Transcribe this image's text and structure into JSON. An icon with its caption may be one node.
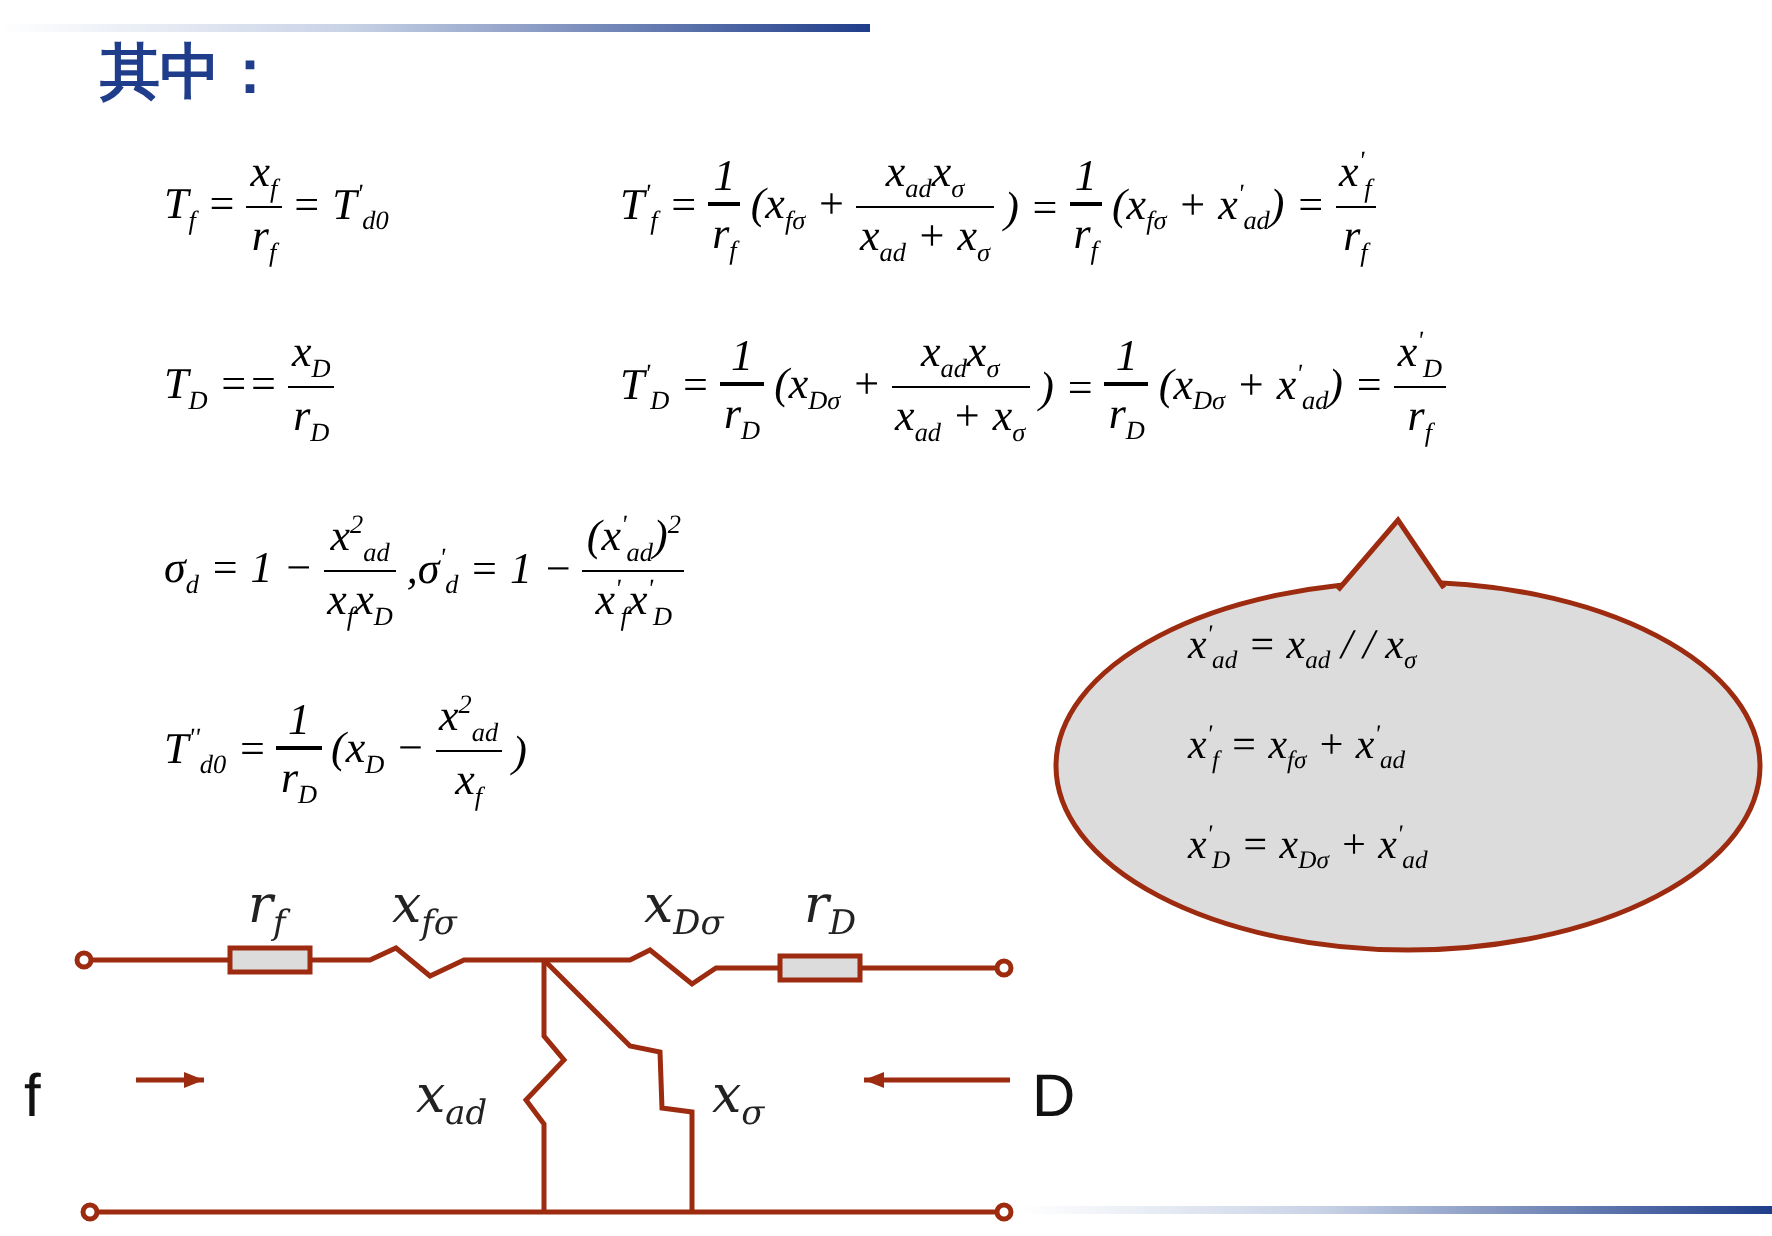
{
  "diagram": {
    "title": "其中：",
    "nodes": [
      {
        "text": [
          "x$^{'}$$_{ad}$ = x$_{ad}$ / / x$_{σ}$",
          "x$^{'}$$_{f}$ = x$_{fσ}$ + x$^{'}$$_{ad}$",
          "x$^{'}$$_{D}$ = x$_{Dσ}$ + x$^{'}$$_{ad}$"
        ]
      }
    ],
    "labels": [
      "T$_{f}$ =",
      "x$_{f}$",
      "r$_{f}$",
      "= T$^{'}$$_{d0}$",
      "T$^{'}$$_{f}$ =",
      "1",
      "r$_{f}$",
      "(x$_{fσ}$ +",
      "x$_{ad}$x$_{σ}$",
      "x$_{ad}$ + x$_{σ}$",
      ") =",
      "1",
      "r$_{f}$",
      "(x$_{fσ}$ + x$^{'}$$_{ad}$) =",
      "x$^{'}$$_{f}$",
      "r$_{f}$",
      "T$_{D}$ ==",
      "x$_{D}$",
      "r$_{D}$",
      "T$^{'}$$_{D}$ =",
      "1",
      "r$_{D}$",
      "(x$_{Dσ}$ +",
      "x$_{ad}$x$_{σ}$",
      "x$_{ad}$ + x$_{σ}$",
      ") =",
      "1",
      "r$_{D}$",
      "(x$_{Dσ}$ + x$^{'}$$_{ad}$) =",
      "x$^{'}$$_{D}$",
      "r$_{f}$",
      "σ$_{d}$ = 1 −",
      "x$^{2}$$_{ad}$",
      "x$_{f}$x$_{D}$",
      ",σ$^{'}$$_{d}$ = 1 −",
      "(x$^{'}$$_{ad}$)$^{2}$",
      "x$^{'}$$_{f}$x$^{'}$$_{D}$",
      "T$^{''}$$_{d0}$ =",
      "1",
      "r$_{D}$",
      "(x$_{D}$ −",
      "x$^{2}$$_{ad}$",
      "x$_{f}$",
      ")",
      "r$_{f}$",
      "x$_{fσ}$",
      "x$_{Dσ}$",
      "r$_{D}$",
      "f",
      "x$_{ad}$",
      "x$_{σ}$",
      "D"
    ]
  }
}
